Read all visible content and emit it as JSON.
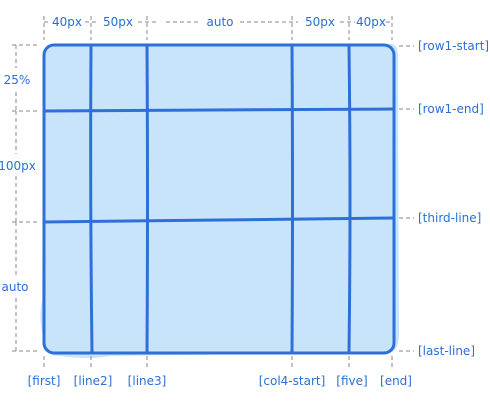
{
  "colors": {
    "grid_fill": "#c7e4fb",
    "grid_line": "#2f6fd8",
    "dim_line": "#8a8a8a",
    "text": "#2a6fd6"
  },
  "columns": {
    "sizes": [
      "40px",
      "50px",
      "auto",
      "50px",
      "40px"
    ],
    "line_names": [
      "[first]",
      "[line2]",
      "[line3]",
      "[col4-start]",
      "[five]",
      "[end]"
    ]
  },
  "rows": {
    "sizes": [
      "25%",
      "100px",
      "auto"
    ],
    "line_names": [
      "[row1-start]",
      "[row1-end]",
      "[third-line]",
      "[last-line]"
    ]
  }
}
